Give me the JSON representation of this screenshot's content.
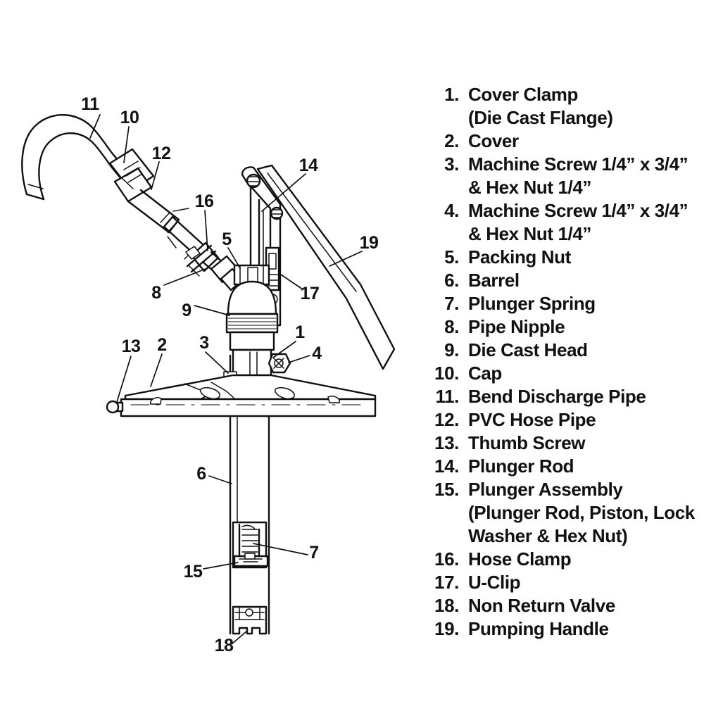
{
  "page": {
    "title": "Barrel Pump Exploded Parts Diagram",
    "background_color": "#ffffff",
    "ink_color": "#111111"
  },
  "legend": {
    "items": [
      {
        "number": "1.",
        "label": "Cover Clamp",
        "continuation": "(Die Cast Flange)"
      },
      {
        "number": "2.",
        "label": "Cover",
        "continuation": ""
      },
      {
        "number": "3.",
        "label": "Machine Screw 1/4” x 3/4”",
        "continuation": "& Hex Nut 1/4”"
      },
      {
        "number": "4.",
        "label": "Machine Screw 1/4” x 3/4”",
        "continuation": "& Hex Nut 1/4”"
      },
      {
        "number": "5.",
        "label": "Packing Nut",
        "continuation": ""
      },
      {
        "number": "6.",
        "label": "Barrel",
        "continuation": ""
      },
      {
        "number": "7.",
        "label": "Plunger Spring",
        "continuation": ""
      },
      {
        "number": "8.",
        "label": "Pipe Nipple",
        "continuation": ""
      },
      {
        "number": "9.",
        "label": "Die Cast Head",
        "continuation": ""
      },
      {
        "number": "10.",
        "label": "Cap",
        "continuation": ""
      },
      {
        "number": "11.",
        "label": "Bend Discharge Pipe",
        "continuation": ""
      },
      {
        "number": "12.",
        "label": "PVC Hose Pipe",
        "continuation": ""
      },
      {
        "number": "13.",
        "label": "Thumb Screw",
        "continuation": ""
      },
      {
        "number": "14.",
        "label": "Plunger Rod",
        "continuation": ""
      },
      {
        "number": "15.",
        "label": "Plunger Assembly",
        "continuation": "(Plunger Rod, Piston, Lock",
        "continuation2": "Washer & Hex Nut)"
      },
      {
        "number": "16.",
        "label": "Hose Clamp",
        "continuation": ""
      },
      {
        "number": "17.",
        "label": "U-Clip",
        "continuation": ""
      },
      {
        "number": "18.",
        "label": "Non Return Valve",
        "continuation": ""
      },
      {
        "number": "19.",
        "label": "Pumping Handle",
        "continuation": ""
      }
    ]
  },
  "callouts": {
    "c11": "11",
    "c10": "10",
    "c12": "12",
    "c16": "16",
    "c14": "14",
    "c5": "5",
    "c19": "19",
    "c8": "8",
    "c17": "17",
    "c9": "9",
    "c13": "13",
    "c2": "2",
    "c3": "3",
    "c1": "1",
    "c4": "4",
    "c6": "6",
    "c7": "7",
    "c15": "15",
    "c18": "18"
  }
}
